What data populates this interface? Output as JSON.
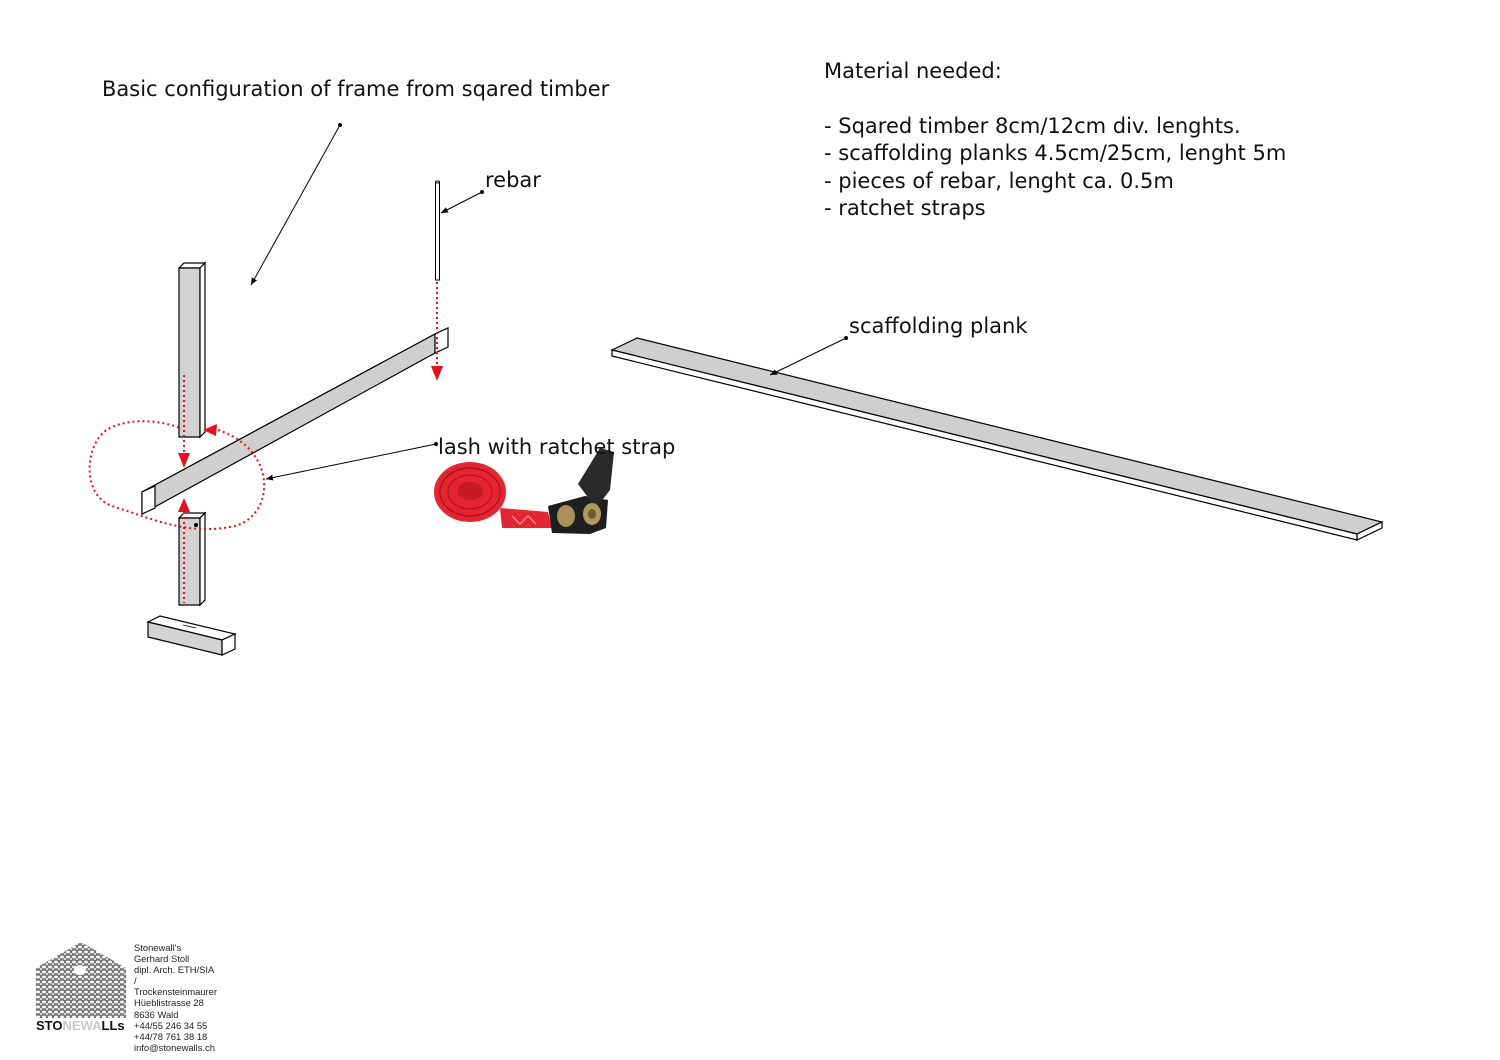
{
  "labels": {
    "title": "Basic configuration of frame from sqared timber",
    "rebar": "rebar",
    "lash": "lash with ratchet strap",
    "plank": "scaffolding plank"
  },
  "materials": {
    "heading": "Material needed:",
    "items": [
      "- Sqared timber 8cm/12cm div. lenghts.",
      "- scaffolding planks 4.5cm/25cm, lenght 5m",
      "- pieces of rebar, lenght ca. 0.5m",
      "- ratchet straps"
    ]
  },
  "footer": {
    "logo_prefix": "STO",
    "logo_mid": "NEWA",
    "logo_suffix": "LLs",
    "contact": [
      "Stonewall's",
      "Gerhard Stoll",
      "dipl. Arch. ETH/SIA / Trockensteinmaurer",
      "Hüeblistrasse 28",
      "8636 Wald",
      "+44/55 246 34 55",
      "+44/78 761 38 18",
      "info@stonewalls.ch"
    ]
  },
  "colors": {
    "accent_red": "#e8101a",
    "timber_fill": "#cfcfcf",
    "strap_red": "#e52630",
    "buckle_black": "#1e1e1e"
  }
}
